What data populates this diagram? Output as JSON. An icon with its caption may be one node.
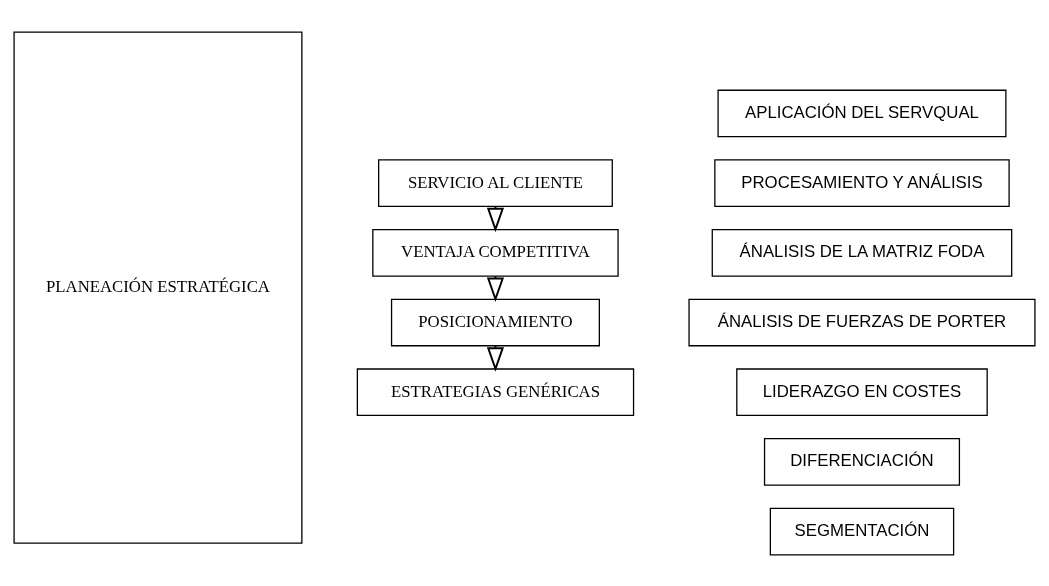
{
  "diagram": {
    "nodes": [
      {
        "text": [
          "PLANEACIÓN ESTRATÉGICA"
        ]
      },
      {
        "text": [
          "SERVICIO AL CLIENTE"
        ]
      },
      {
        "text": [
          "VENTAJA COMPETITIVA"
        ]
      },
      {
        "text": [
          "POSICIONAMIENTO"
        ]
      },
      {
        "text": [
          "ESTRATEGIAS GENÉRICAS"
        ]
      },
      {
        "text": [
          "APLICACIÓN DEL SERVQUAL"
        ]
      },
      {
        "text": [
          "PROCESAMIENTO Y ANÁLISIS"
        ]
      },
      {
        "text": [
          "ÁNALISIS DE LA MATRIZ FODA"
        ]
      },
      {
        "text": [
          "ÁNALISIS DE FUERZAS DE PORTER"
        ]
      },
      {
        "text": [
          "LIDERAZGO EN COSTES"
        ]
      },
      {
        "text": [
          "DIFERENCIACIÓN"
        ]
      },
      {
        "text": [
          "SEGMENTACIÓN"
        ]
      }
    ],
    "edges": [
      {
        "from": 1,
        "to": 2,
        "arrow": "to"
      },
      {
        "from": 2,
        "to": 3,
        "arrow": "to"
      },
      {
        "from": 3,
        "to": 4,
        "arrow": "to"
      }
    ]
  }
}
